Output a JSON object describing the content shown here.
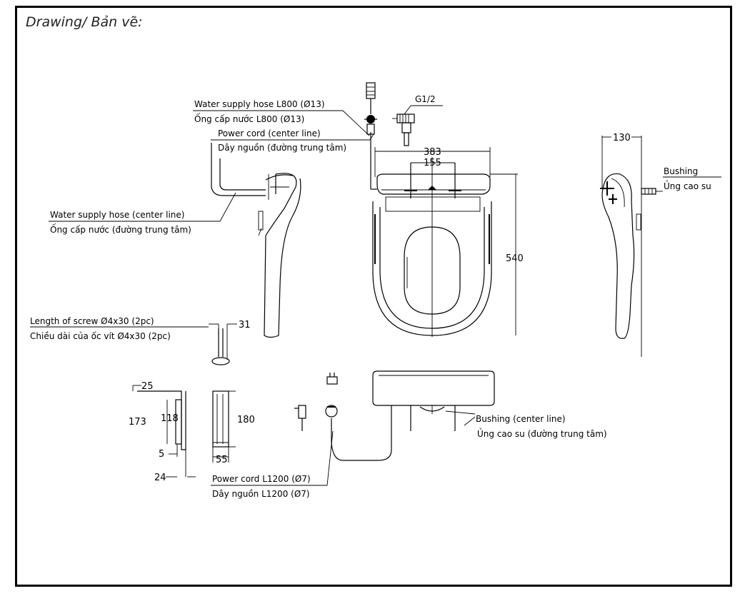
{
  "title": "Drawing/ Bản vẽ:",
  "callouts": {
    "water_hose_l800_en": "Water supply hose L800 (Ø13)",
    "water_hose_l800_vi": "Ống cấp nước L800 (Ø13)",
    "g12": "G1/2",
    "power_cord_center_en": "Power cord (center line)",
    "power_cord_center_vi": "Dây nguồn (đường trung tâm)",
    "water_hose_center_en": "Water supply hose (center line)",
    "water_hose_center_vi": "Ống cấp nước (đường trung tâm)",
    "screw_en": "Length of screw Ø4x30 (2pc)",
    "screw_vi": "Chiều dài của ốc vít Ø4x30 (2pc)",
    "bushing_en": "Bushing",
    "bushing_vi": "Ủng cao su",
    "bushing_center_en": "Bushing (center line)",
    "bushing_center_vi": "Ủng cao su (đường trung tâm)",
    "power_cord_l1200_en": "Power cord L1200 (Ø7)",
    "power_cord_l1200_vi": "Dây nguồn L1200 (Ø7)"
  },
  "dimensions": {
    "d383": "383",
    "d155": "155",
    "d540": "540",
    "d130": "130",
    "d31": "31",
    "d25": "25",
    "d173": "173",
    "d118": "118",
    "d5": "5",
    "d24": "24",
    "d180": "180",
    "d55": "55"
  }
}
